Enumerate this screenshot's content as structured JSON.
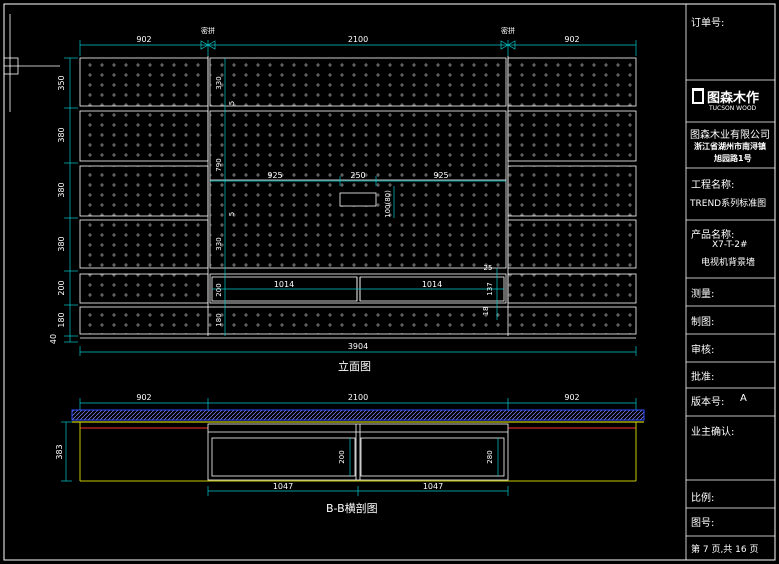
{
  "colors": {
    "background": "#000000",
    "line": "#ffffff",
    "dimension": "#00ffff",
    "border": "#ffffff",
    "marker": "#ffff00",
    "hatch_blue": "#3050ff",
    "hatch_yellow": "#c8c800",
    "red_line": "#ff3030",
    "logo_bg": "#000000"
  },
  "elevation": {
    "caption": "立面图",
    "top_dims": [
      "902",
      "2100",
      "902"
    ],
    "junction_labels": [
      "密拼",
      "密拼"
    ],
    "total_width": "3904",
    "left_dims": [
      "350",
      "380",
      "380",
      "380",
      "200",
      "180",
      "40"
    ],
    "inner_left_dims": [
      "330",
      "790",
      "5",
      "5",
      "330",
      "200",
      "180"
    ],
    "center_dims": [
      "925",
      "250",
      "925"
    ],
    "box_height": "100(80)",
    "drawer_widths": [
      "1014",
      "1014"
    ],
    "right_small_dims": [
      "25",
      "137",
      "18"
    ]
  },
  "section": {
    "caption": "B-B横剖图",
    "top_dims": [
      "902",
      "2100",
      "902"
    ],
    "depth": "383",
    "drawer_heights": [
      "200",
      "280"
    ],
    "bottom_dims": [
      "1047",
      "1047"
    ]
  },
  "title_block": {
    "order_no_label": "订单号:",
    "logo_text": "图森木作",
    "logo_sub": "TUCSON WOOD",
    "company": "图森木业有限公司",
    "address_1": "浙江省湖州市南浔镇",
    "address_2": "旭园路1号",
    "project_label": "工程名称:",
    "project_value": "TREND系列标准图",
    "product_label": "产品名称:",
    "product_code": "X7-T-2#",
    "product_name": "电视机背景墙",
    "survey_label": "测量:",
    "draw_label": "制图:",
    "review_label": "审核:",
    "approve_label": "批准:",
    "version_label": "版本号:",
    "version_value": "A",
    "owner_label": "业主确认:",
    "scale_label": "比例:",
    "drawing_no_label": "图号:",
    "page_text": "第 7 页,共 16 页"
  }
}
